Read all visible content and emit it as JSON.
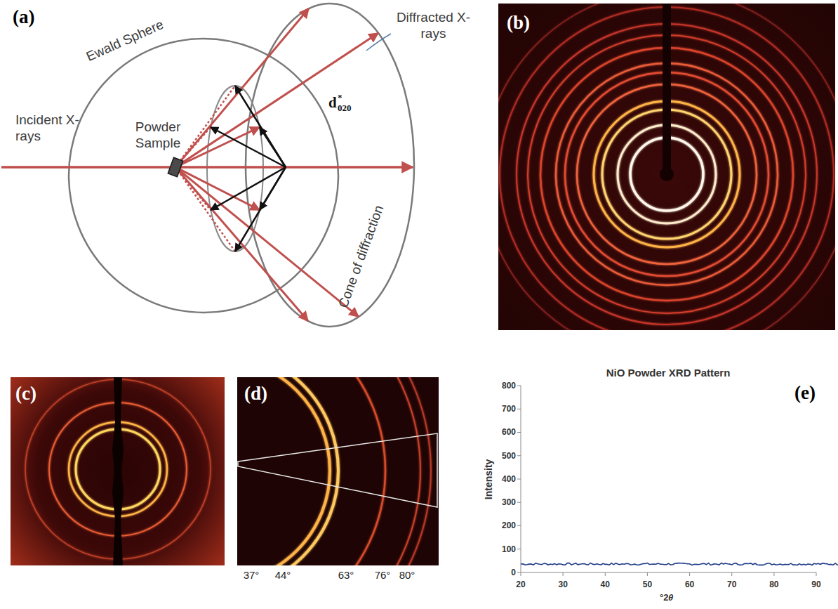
{
  "diagram": {
    "labels": [
      "(a)",
      "Ewald Sphere",
      "Diffracted X-rays",
      "d",
      "*",
      "020",
      "Incident X-rays",
      "Powder Sample",
      "Cone of diffraction",
      "(b)",
      "(c)",
      "(d)",
      "37°",
      "44°",
      "63°",
      "76°",
      "80°",
      "NiO Powder XRD Pattern",
      "(e)",
      "Intensity",
      "0",
      "100",
      "200",
      "300",
      "400",
      "500",
      "600",
      "700",
      "800",
      "20",
      "30",
      "40",
      "50",
      "60",
      "70",
      "80",
      "90",
      "°2",
      "θ"
    ]
  }
}
